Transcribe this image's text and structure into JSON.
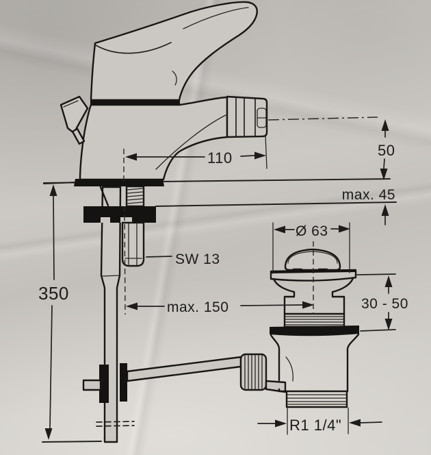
{
  "drawing": {
    "type": "installation-diagram",
    "subject": "single-lever bidet mixer with pop-up waste",
    "line_color": "#1c1b19",
    "paper_color": "#c9c6c1"
  },
  "dimensions": {
    "spout_reach": "110",
    "spout_height": "50",
    "deck_thickness_max": "max. 45",
    "wrench_size": "SW 13",
    "overall_height": "350",
    "center_distance_max": "max. 150",
    "waste_flange_diameter": "Ø 63",
    "basin_thickness_range": "30 - 50",
    "outlet_thread": "R1 1/4\""
  }
}
